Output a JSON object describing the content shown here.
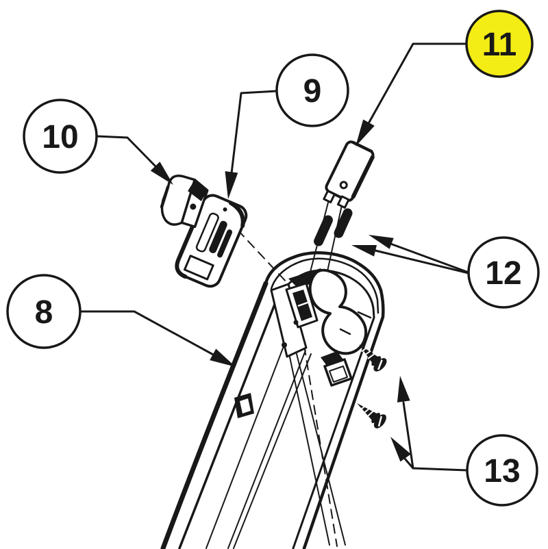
{
  "diagram": {
    "background_color": "#ffffff",
    "line_color": "#181818",
    "highlight_color": "#f4ec15",
    "callouts": [
      {
        "label": "8",
        "fill": "#ffffff",
        "highlighted": false
      },
      {
        "label": "9",
        "fill": "#ffffff",
        "highlighted": false
      },
      {
        "label": "10",
        "fill": "#ffffff",
        "highlighted": false
      },
      {
        "label": "11",
        "fill": "#f4ec15",
        "highlighted": true
      },
      {
        "label": "12",
        "fill": "#ffffff",
        "highlighted": false
      },
      {
        "label": "13",
        "fill": "#ffffff",
        "highlighted": false
      }
    ]
  }
}
